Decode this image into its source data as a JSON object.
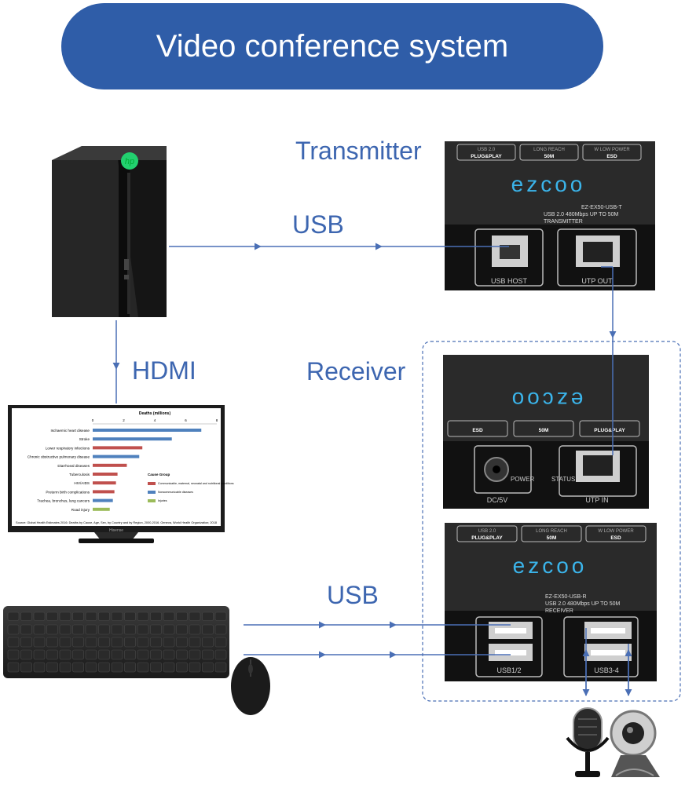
{
  "title": "Video conference system",
  "labels": {
    "transmitter": "Transmitter",
    "receiver": "Receiver",
    "usb_top": "USB",
    "usb_bottom": "USB",
    "hdmi": "HDMI"
  },
  "transmitter_box": {
    "badges": [
      "USB 2.0",
      "LONG REACH",
      "W LOW POWER"
    ],
    "badges2": [
      "PLUG&PLAY",
      "50M",
      "ESD"
    ],
    "brand": "ezcoo",
    "model": "EZ-EX50-USB-T",
    "spec": "USB 2.0 480Mbps UP TO 50M",
    "kind": "TRANSMITTER",
    "ports": [
      "USB HOST",
      "UTP OUT"
    ]
  },
  "receiver_top": {
    "brand": "ezcoo",
    "badges": [
      "ESD",
      "50M",
      "PLUG&PLAY"
    ],
    "ports": [
      "DC/5V",
      "UTP IN"
    ],
    "power": "POWER",
    "status": "STATUS"
  },
  "receiver_bottom": {
    "badges": [
      "USB 2.0",
      "LONG REACH",
      "W LOW POWER"
    ],
    "badges2": [
      "PLUG&PLAY",
      "50M",
      "ESD"
    ],
    "brand": "ezcoo",
    "model": "EZ-EX50-USB-R",
    "spec": "USB 2.0 480Mbps UP TO 50M",
    "kind": "RECEIVER",
    "ports": [
      "USB1/2",
      "USB3-4"
    ]
  },
  "monitor_chart": {
    "title": "Deaths (millions)",
    "ticks": [
      "0",
      "2",
      "4",
      "6",
      "8"
    ],
    "rows": [
      {
        "label": "Ischaemic heart disease",
        "value": 7.0,
        "group": "b"
      },
      {
        "label": "Stroke",
        "value": 5.1,
        "group": "b"
      },
      {
        "label": "Lower respiratory infections",
        "value": 3.2,
        "group": "r"
      },
      {
        "label": "Chronic obstructive pulmonary disease",
        "value": 3.0,
        "group": "b"
      },
      {
        "label": "Diarrhoeal diseases",
        "value": 2.2,
        "group": "r"
      },
      {
        "label": "Tuberculosis",
        "value": 1.6,
        "group": "r"
      },
      {
        "label": "HIV/AIDS",
        "value": 1.5,
        "group": "r"
      },
      {
        "label": "Preterm birth complications",
        "value": 1.4,
        "group": "r"
      },
      {
        "label": "Trachea, bronchus, lung cancers",
        "value": 1.3,
        "group": "b"
      },
      {
        "label": "Road injury",
        "value": 1.1,
        "group": "g"
      }
    ],
    "legend_title": "Cause Group",
    "legend": [
      {
        "label": "Communicable, maternal, neonatal and nutritional conditions",
        "group": "r"
      },
      {
        "label": "Noncommunicable diseases",
        "group": "b"
      },
      {
        "label": "Injuries",
        "group": "g"
      }
    ],
    "source": "Source: Global Health Estimates 2016: Deaths by Cause, Age, Sex, by Country and by Region, 2000-2016. Geneva, World Health Organization; 2018",
    "group_colors": {
      "r": "#c0504d",
      "b": "#4f81bd",
      "g": "#9bbb59"
    },
    "brand": "Hisense"
  },
  "pc_logo": "hp",
  "colors": {
    "accent": "#2f5da8",
    "label": "#3d66b0",
    "line": "#4a6fb5",
    "device": "#222222"
  }
}
